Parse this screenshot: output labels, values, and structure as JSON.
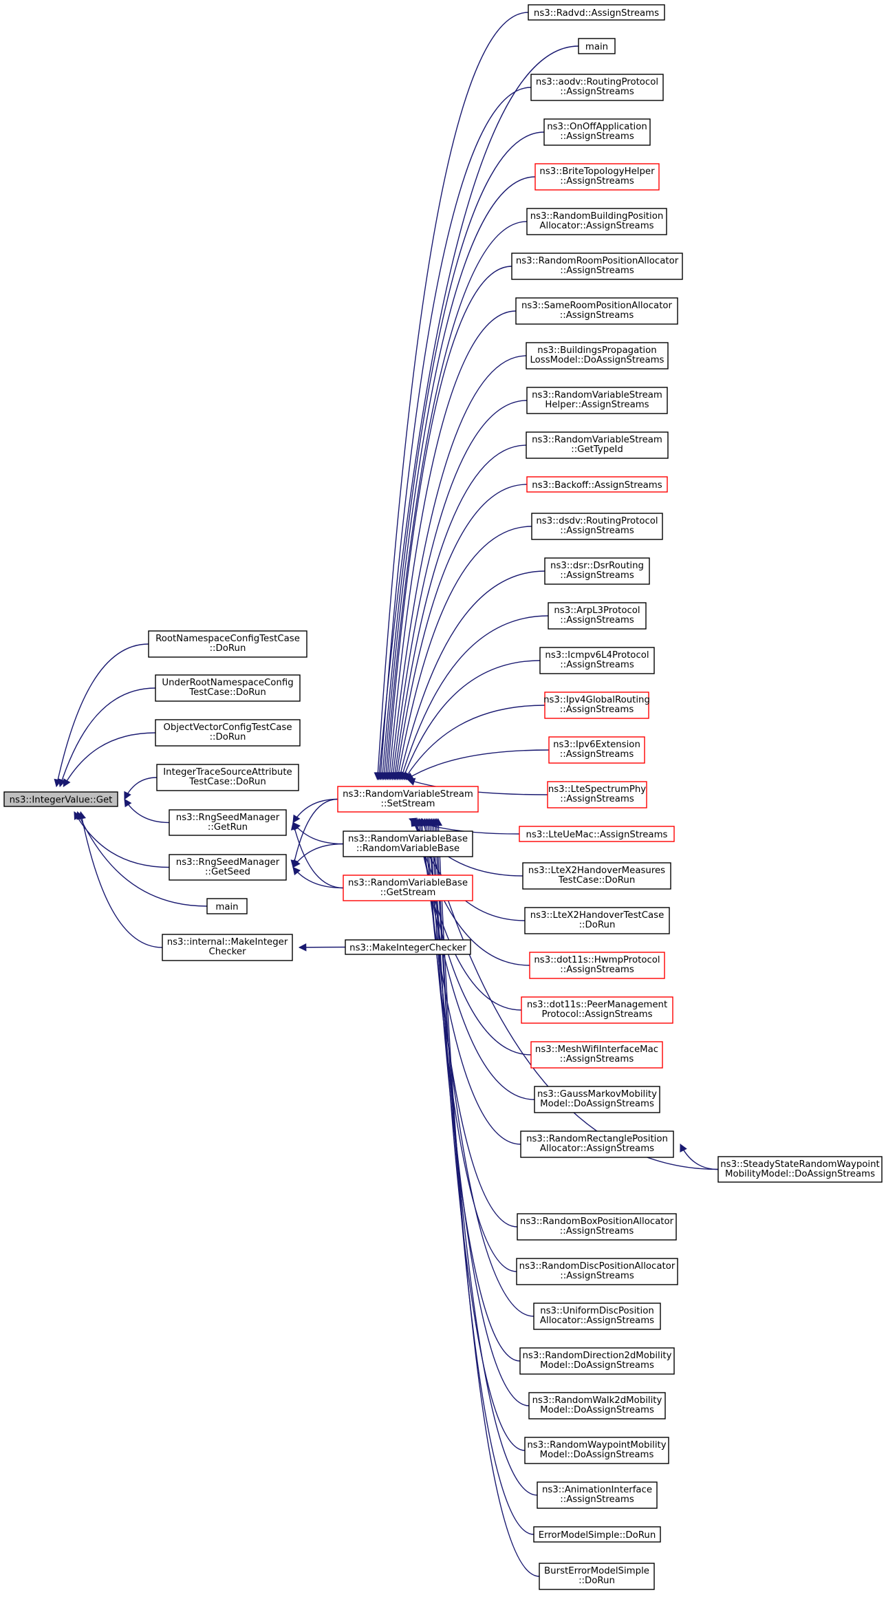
{
  "diagram": {
    "type": "doxygen-caller-graph",
    "colors": {
      "edge": "#191970",
      "normal_border": "#000000",
      "incomplete_border": "#ff0000",
      "root_fill": "#bfbfbf"
    },
    "nodes": [
      {
        "id": "root",
        "lines": [
          "ns3::IntegerValue::Get"
        ],
        "style": "root"
      },
      {
        "id": "n1",
        "lines": [
          "RootNamespaceConfigTestCase",
          "::DoRun"
        ]
      },
      {
        "id": "n2",
        "lines": [
          "UnderRootNamespaceConfig",
          "TestCase::DoRun"
        ]
      },
      {
        "id": "n3",
        "lines": [
          "ObjectVectorConfigTestCase",
          "::DoRun"
        ]
      },
      {
        "id": "n4",
        "lines": [
          "IntegerTraceSourceAttribute",
          "TestCase::DoRun"
        ]
      },
      {
        "id": "n5",
        "lines": [
          "ns3::RngSeedManager",
          "::GetRun"
        ]
      },
      {
        "id": "n6",
        "lines": [
          "ns3::RngSeedManager",
          "::GetSeed"
        ]
      },
      {
        "id": "n7",
        "lines": [
          "main"
        ]
      },
      {
        "id": "n8",
        "lines": [
          "ns3::internal::MakeInteger",
          "Checker"
        ]
      },
      {
        "id": "n9",
        "lines": [
          "ns3::RandomVariableStream",
          "::SetStream"
        ],
        "style": "red"
      },
      {
        "id": "n10",
        "lines": [
          "ns3::RandomVariableBase",
          "::RandomVariableBase"
        ]
      },
      {
        "id": "n11",
        "lines": [
          "ns3::RandomVariableBase",
          "::GetStream"
        ],
        "style": "red"
      },
      {
        "id": "n12",
        "lines": [
          "ns3::MakeIntegerChecker"
        ]
      },
      {
        "id": "c0",
        "lines": [
          "ns3::Radvd::AssignStreams"
        ]
      },
      {
        "id": "c1",
        "lines": [
          "main"
        ]
      },
      {
        "id": "c2",
        "lines": [
          "ns3::aodv::RoutingProtocol",
          "::AssignStreams"
        ]
      },
      {
        "id": "c3",
        "lines": [
          "ns3::OnOffApplication",
          "::AssignStreams"
        ]
      },
      {
        "id": "c4",
        "lines": [
          "ns3::BriteTopologyHelper",
          "::AssignStreams"
        ],
        "style": "red"
      },
      {
        "id": "c5",
        "lines": [
          "ns3::RandomBuildingPosition",
          "Allocator::AssignStreams"
        ]
      },
      {
        "id": "c6",
        "lines": [
          "ns3::RandomRoomPositionAllocator",
          "::AssignStreams"
        ]
      },
      {
        "id": "c7",
        "lines": [
          "ns3::SameRoomPositionAllocator",
          "::AssignStreams"
        ]
      },
      {
        "id": "c8",
        "lines": [
          "ns3::BuildingsPropagation",
          "LossModel::DoAssignStreams"
        ]
      },
      {
        "id": "c9",
        "lines": [
          "ns3::RandomVariableStream",
          "Helper::AssignStreams"
        ]
      },
      {
        "id": "c10",
        "lines": [
          "ns3::RandomVariableStream",
          "::GetTypeId"
        ]
      },
      {
        "id": "c11",
        "lines": [
          "ns3::Backoff::AssignStreams"
        ],
        "style": "red"
      },
      {
        "id": "c12",
        "lines": [
          "ns3::dsdv::RoutingProtocol",
          "::AssignStreams"
        ]
      },
      {
        "id": "c13",
        "lines": [
          "ns3::dsr::DsrRouting",
          "::AssignStreams"
        ]
      },
      {
        "id": "c14",
        "lines": [
          "ns3::ArpL3Protocol",
          "::AssignStreams"
        ]
      },
      {
        "id": "c15",
        "lines": [
          "ns3::Icmpv6L4Protocol",
          "::AssignStreams"
        ]
      },
      {
        "id": "c16",
        "lines": [
          "ns3::Ipv4GlobalRouting",
          "::AssignStreams"
        ],
        "style": "red"
      },
      {
        "id": "c17",
        "lines": [
          "ns3::Ipv6Extension",
          "::AssignStreams"
        ],
        "style": "red"
      },
      {
        "id": "c18",
        "lines": [
          "ns3::LteSpectrumPhy",
          "::AssignStreams"
        ],
        "style": "red"
      },
      {
        "id": "c19",
        "lines": [
          "ns3::LteUeMac::AssignStreams"
        ],
        "style": "red"
      },
      {
        "id": "c20",
        "lines": [
          "ns3::LteX2HandoverMeasures",
          "TestCase::DoRun"
        ]
      },
      {
        "id": "c21",
        "lines": [
          "ns3::LteX2HandoverTestCase",
          "::DoRun"
        ]
      },
      {
        "id": "c22",
        "lines": [
          "ns3::dot11s::HwmpProtocol",
          "::AssignStreams"
        ],
        "style": "red"
      },
      {
        "id": "c23",
        "lines": [
          "ns3::dot11s::PeerManagement",
          "Protocol::AssignStreams"
        ],
        "style": "red"
      },
      {
        "id": "c24",
        "lines": [
          "ns3::MeshWifiInterfaceMac",
          "::AssignStreams"
        ],
        "style": "red"
      },
      {
        "id": "c25",
        "lines": [
          "ns3::GaussMarkovMobility",
          "Model::DoAssignStreams"
        ]
      },
      {
        "id": "c26",
        "lines": [
          "ns3::RandomRectanglePosition",
          "Allocator::AssignStreams"
        ]
      },
      {
        "id": "c27",
        "lines": [
          "ns3::RandomBoxPositionAllocator",
          "::AssignStreams"
        ]
      },
      {
        "id": "c28",
        "lines": [
          "ns3::RandomDiscPositionAllocator",
          "::AssignStreams"
        ]
      },
      {
        "id": "c29",
        "lines": [
          "ns3::UniformDiscPosition",
          "Allocator::AssignStreams"
        ]
      },
      {
        "id": "c30",
        "lines": [
          "ns3::RandomDirection2dMobility",
          "Model::DoAssignStreams"
        ]
      },
      {
        "id": "c31",
        "lines": [
          "ns3::RandomWalk2dMobility",
          "Model::DoAssignStreams"
        ]
      },
      {
        "id": "c32",
        "lines": [
          "ns3::RandomWaypointMobility",
          "Model::DoAssignStreams"
        ]
      },
      {
        "id": "c33",
        "lines": [
          "ns3::AnimationInterface",
          "::AssignStreams"
        ]
      },
      {
        "id": "c34",
        "lines": [
          "ErrorModelSimple::DoRun"
        ]
      },
      {
        "id": "c35",
        "lines": [
          "BurstErrorModelSimple",
          "::DoRun"
        ]
      },
      {
        "id": "s1",
        "lines": [
          "ns3::SteadyStateRandomWaypoint",
          "MobilityModel::DoAssignStreams"
        ]
      }
    ],
    "edges": [
      [
        "n1",
        "root"
      ],
      [
        "n2",
        "root"
      ],
      [
        "n3",
        "root"
      ],
      [
        "n4",
        "root"
      ],
      [
        "n5",
        "root"
      ],
      [
        "n6",
        "root"
      ],
      [
        "n7",
        "root"
      ],
      [
        "n8",
        "root"
      ],
      [
        "n9",
        "n5"
      ],
      [
        "n9",
        "n6"
      ],
      [
        "n10",
        "n5"
      ],
      [
        "n10",
        "n6"
      ],
      [
        "n11",
        "n5"
      ],
      [
        "n11",
        "n6"
      ],
      [
        "n12",
        "n8"
      ],
      [
        "c0",
        "n9"
      ],
      [
        "c1",
        "n9"
      ],
      [
        "c2",
        "n9"
      ],
      [
        "c3",
        "n9"
      ],
      [
        "c4",
        "n9"
      ],
      [
        "c5",
        "n9"
      ],
      [
        "c6",
        "n9"
      ],
      [
        "c7",
        "n9"
      ],
      [
        "c8",
        "n9"
      ],
      [
        "c9",
        "n9"
      ],
      [
        "c10",
        "n9"
      ],
      [
        "c11",
        "n9"
      ],
      [
        "c12",
        "n9"
      ],
      [
        "c13",
        "n9"
      ],
      [
        "c14",
        "n9"
      ],
      [
        "c15",
        "n9"
      ],
      [
        "c16",
        "n9"
      ],
      [
        "c17",
        "n9"
      ],
      [
        "c18",
        "n9"
      ],
      [
        "c19",
        "n9"
      ],
      [
        "c20",
        "n9"
      ],
      [
        "c21",
        "n9"
      ],
      [
        "c22",
        "n9"
      ],
      [
        "c23",
        "n9"
      ],
      [
        "c24",
        "n9"
      ],
      [
        "c25",
        "n9"
      ],
      [
        "c26",
        "n9"
      ],
      [
        "c27",
        "n9"
      ],
      [
        "c28",
        "n9"
      ],
      [
        "c29",
        "n9"
      ],
      [
        "c30",
        "n9"
      ],
      [
        "c31",
        "n9"
      ],
      [
        "c32",
        "n9"
      ],
      [
        "c33",
        "n9"
      ],
      [
        "c34",
        "n9"
      ],
      [
        "c35",
        "n9"
      ],
      [
        "s1",
        "n9"
      ],
      [
        "s1",
        "c26"
      ]
    ]
  }
}
